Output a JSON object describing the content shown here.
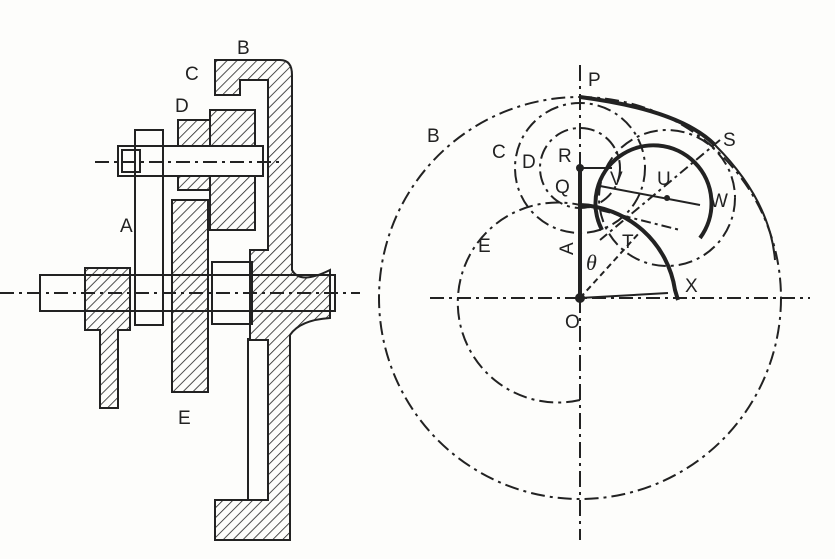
{
  "left_view": {
    "labels": {
      "B": "B",
      "C": "C",
      "D": "D",
      "A": "A",
      "E": "E"
    }
  },
  "right_view": {
    "labels": {
      "P": "P",
      "B": "B",
      "C": "C",
      "D": "D",
      "R": "R",
      "Q": "Q",
      "V": "V",
      "U": "U",
      "S": "S",
      "W": "W",
      "T": "T",
      "E": "E",
      "A": "A",
      "theta": "θ",
      "X": "X",
      "O": "O"
    }
  }
}
